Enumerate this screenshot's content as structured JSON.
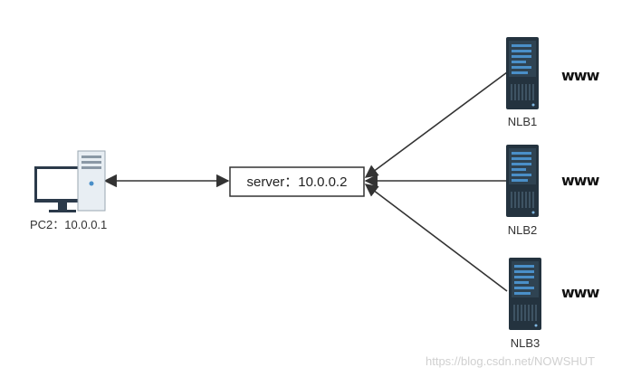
{
  "pc": {
    "label": "PC2：10.0.0.1"
  },
  "server": {
    "label": "server：10.0.0.2"
  },
  "nodes": [
    {
      "label": "NLB1",
      "tag": "www"
    },
    {
      "label": "NLB2",
      "tag": "www"
    },
    {
      "label": "NLB3",
      "tag": "www"
    }
  ],
  "watermark": "https://blog.csdn.net/NOWSHUT",
  "colors": {
    "line": "#333333",
    "rack": "#24333f",
    "rack_accent": "#4a8fc8",
    "monitor": "#2b3a4a"
  }
}
